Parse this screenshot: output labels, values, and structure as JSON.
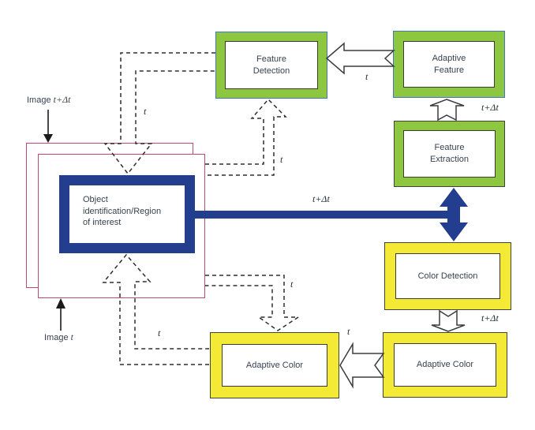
{
  "palette": {
    "box_green": "#8dc63f",
    "green_border_blue": "#4576c4",
    "box_yellow": "#f4e935",
    "dark_border": "#43433a",
    "roi_blue": "#233e8f",
    "image_frame_pink": "#c04a72",
    "text_color": "#37424e"
  },
  "images": {
    "top": {
      "prefix": "Image",
      "time": "t+Δt"
    },
    "bottom": {
      "prefix": "Image",
      "time": "t"
    }
  },
  "nodes": {
    "object_identification": {
      "label": "Object\nidentification/Region\nof interest"
    },
    "feature_detection": {
      "label": "Feature\nDetection"
    },
    "adaptive_feature": {
      "label": "Adaptive\nFeature"
    },
    "feature_extraction": {
      "label": "Feature\nExtraction"
    },
    "color_detection": {
      "label": "Color Detection"
    },
    "adaptive_color_right": {
      "label": "Adaptive Color"
    },
    "adaptive_color_left": {
      "label": "Adaptive Color"
    }
  },
  "edge_labels": {
    "fd_to_roi": "t",
    "images_to_fd": "t",
    "af_to_fd": "t",
    "fe_to_af": "t+Δt",
    "roi_main": "t+Δt",
    "images_to_acl": "t",
    "acr_to_acl": "t",
    "acl_to_roi": "t",
    "cd_to_acr": "t+Δt"
  }
}
